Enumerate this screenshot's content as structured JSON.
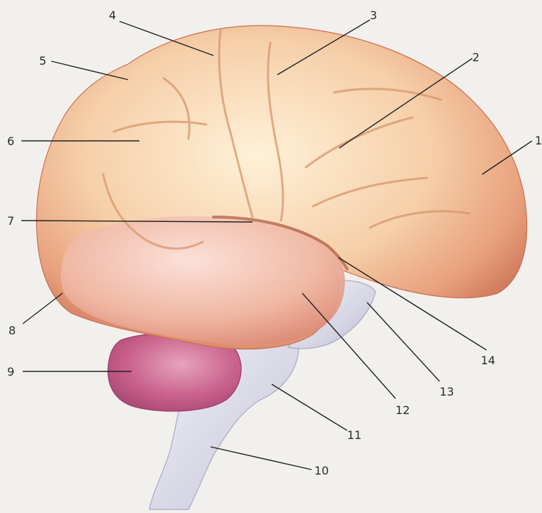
{
  "labels": [
    {
      "id": "1",
      "text": "1"
    },
    {
      "id": "2",
      "text": "2"
    },
    {
      "id": "3",
      "text": "3"
    },
    {
      "id": "4",
      "text": "4"
    },
    {
      "id": "5",
      "text": "5"
    },
    {
      "id": "6",
      "text": "6"
    },
    {
      "id": "7",
      "text": "7"
    },
    {
      "id": "8",
      "text": "8"
    },
    {
      "id": "9",
      "text": "9"
    },
    {
      "id": "10",
      "text": "10"
    },
    {
      "id": "11",
      "text": "11"
    },
    {
      "id": "12",
      "text": "12"
    },
    {
      "id": "13",
      "text": "13"
    },
    {
      "id": "14",
      "text": "14"
    }
  ],
  "colors": {
    "background": "#f1f0ec",
    "cerebrum": "#f2c6a2",
    "cerebrum_edge": "#d98b6a",
    "temporal": "#f0b9a8",
    "cerebellum": "#c85a86",
    "brainstem": "#dcdde8",
    "leader": "#222222"
  }
}
